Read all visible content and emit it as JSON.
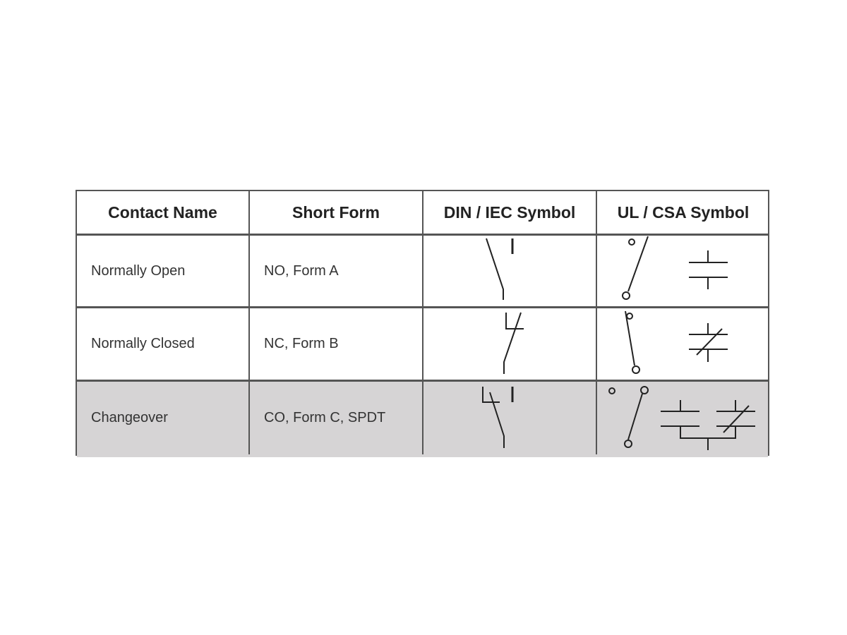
{
  "table": {
    "headers": [
      "Contact Name",
      "Short Form",
      "DIN / IEC Symbol",
      "UL / CSA Symbol"
    ],
    "rows": [
      {
        "name": "Normally Open",
        "short_form": "NO, Form A",
        "din_symbol": "no-contact-icon",
        "ul_symbol": "no-contact-icon"
      },
      {
        "name": "Normally Closed",
        "short_form": "NC, Form B",
        "din_symbol": "nc-contact-icon",
        "ul_symbol": "nc-contact-icon"
      },
      {
        "name": "Changeover",
        "short_form": "CO, Form C, SPDT",
        "din_symbol": "changeover-contact-icon",
        "ul_symbol": "changeover-contact-icon",
        "highlight": "#d6d4d5"
      }
    ]
  }
}
